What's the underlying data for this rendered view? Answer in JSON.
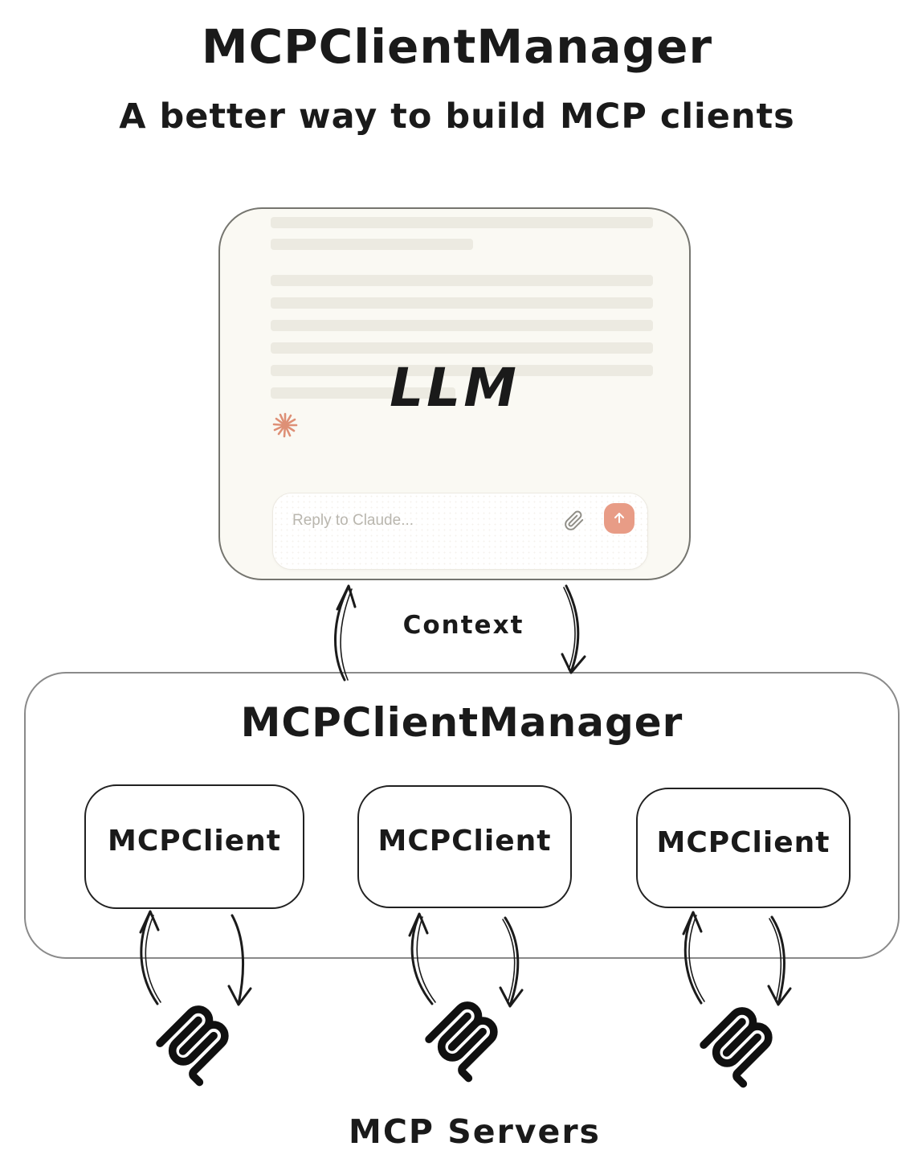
{
  "page": {
    "title": "MCPClientManager",
    "subtitle": "A better way to build MCP clients"
  },
  "llm_window": {
    "label": "LLM",
    "spark_icon": "claude-starburst",
    "input": {
      "placeholder": "Reply to Claude...",
      "attach_icon": "paperclip",
      "send_icon": "arrow-up"
    }
  },
  "context": {
    "label": "Context"
  },
  "manager": {
    "title": "MCPClientManager",
    "clients": [
      {
        "label": "MCPClient"
      },
      {
        "label": "MCPClient"
      },
      {
        "label": "MCPClient"
      }
    ]
  },
  "servers": {
    "label": "MCP Servers",
    "icon": "mcp-logo",
    "count": 3
  },
  "colors": {
    "accent_salmon": "#E89C86",
    "spark_salmon": "#DE9076",
    "llm_window_bg": "#FAF9F3",
    "skeleton_line": "#ECEAE1",
    "ink": "#1B1B1B",
    "outer_border_gray": "#8A8A8A",
    "llm_border_gray": "#75756F",
    "placeholder_gray": "#B9B6AE"
  }
}
